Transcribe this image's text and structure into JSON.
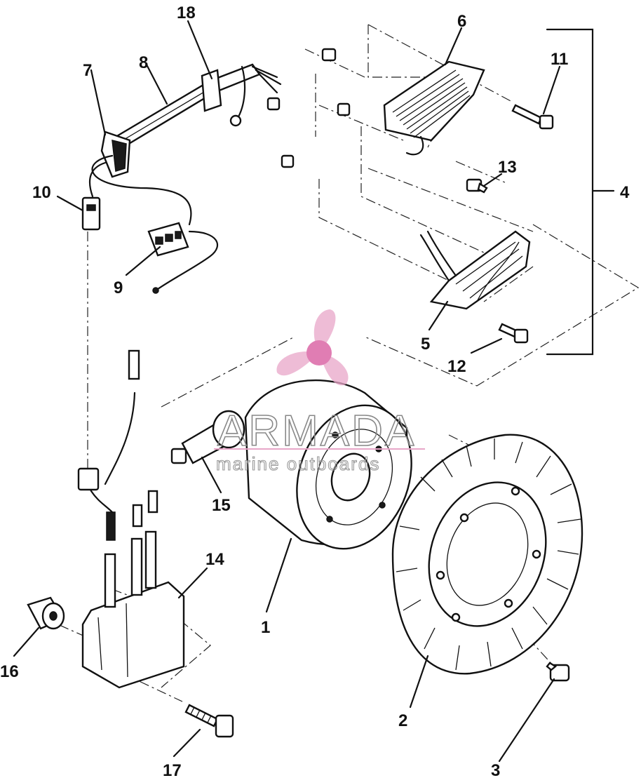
{
  "callouts": [
    {
      "id": "c1",
      "label": "1"
    },
    {
      "id": "c2",
      "label": "2"
    },
    {
      "id": "c3",
      "label": "3"
    },
    {
      "id": "c4",
      "label": "4"
    },
    {
      "id": "c5",
      "label": "5"
    },
    {
      "id": "c6",
      "label": "6"
    },
    {
      "id": "c7",
      "label": "7"
    },
    {
      "id": "c8",
      "label": "8"
    },
    {
      "id": "c9",
      "label": "9"
    },
    {
      "id": "c10",
      "label": "10"
    },
    {
      "id": "c11",
      "label": "11"
    },
    {
      "id": "c12",
      "label": "12"
    },
    {
      "id": "c13",
      "label": "13"
    },
    {
      "id": "c14",
      "label": "14"
    },
    {
      "id": "c15",
      "label": "15"
    },
    {
      "id": "c16",
      "label": "16"
    },
    {
      "id": "c17",
      "label": "17"
    },
    {
      "id": "c18",
      "label": "18"
    }
  ],
  "watermark": {
    "brand": "ARMADA",
    "tagline": "marine outboards",
    "logo_icon": "propeller-icon",
    "color": "#e8a6c8"
  },
  "colors": {
    "ink": "#111111",
    "background": "#ffffff"
  }
}
